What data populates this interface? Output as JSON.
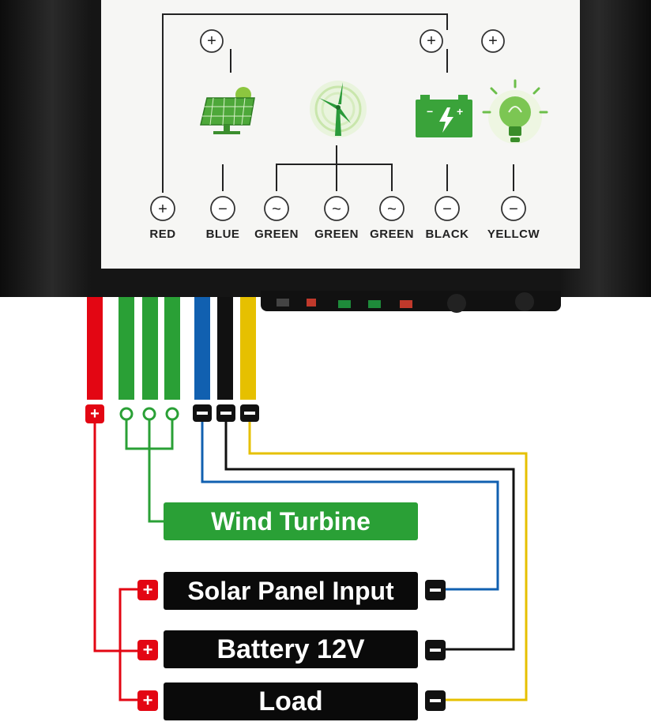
{
  "controller": {
    "terminals": [
      {
        "sign": "+",
        "label": "RED"
      },
      {
        "sign": "−",
        "label": "BLUE"
      },
      {
        "sign": "~",
        "label": "GREEN"
      },
      {
        "sign": "~",
        "label": "GREEN"
      },
      {
        "sign": "~",
        "label": "GREEN"
      },
      {
        "sign": "−",
        "label": "BLACK"
      },
      {
        "sign": "−",
        "label": "YELLCW"
      }
    ],
    "top_plus_sign": "+",
    "icons": [
      "solar-panel-icon",
      "wind-turbine-icon",
      "battery-icon",
      "light-bulb-icon"
    ]
  },
  "wires": [
    {
      "name": "red",
      "color": "#e30613"
    },
    {
      "name": "green",
      "color": "#2aa036"
    },
    {
      "name": "blue",
      "color": "#1160b0"
    },
    {
      "name": "black",
      "color": "#111111"
    },
    {
      "name": "yellow",
      "color": "#e6c000"
    }
  ],
  "labels": {
    "wind_turbine": "Wind Turbine",
    "solar_panel_input": "Solar Panel Input",
    "battery": "Battery 12V",
    "load": "Load",
    "plus": "+",
    "minus": "−"
  },
  "colors": {
    "label_black": "#0a0a0a",
    "label_green": "#2aa036",
    "plus_red": "#e30613",
    "housing": "#151515"
  }
}
